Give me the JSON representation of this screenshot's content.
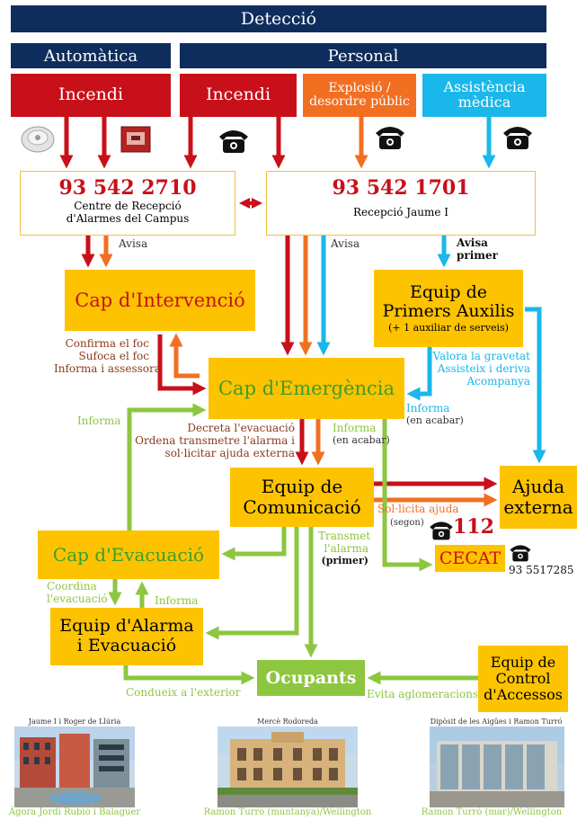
{
  "header": {
    "detection": "Detecció",
    "automatic": "Automàtica",
    "personal": "Personal"
  },
  "sources": {
    "fire_auto": "Incendi",
    "fire_personal": "Incendi",
    "explosion_line1": "Explosió /",
    "explosion_line2": "desordre públic",
    "medical_line1": "Assistència",
    "medical_line2": "mèdica"
  },
  "reception_campus": {
    "phone": "93 542 2710",
    "line1": "Centre de Recepció",
    "line2": "d'Alarmes del Campus"
  },
  "reception_jaume": {
    "phone": "93 542 1701",
    "line1": "Recepció Jaume I"
  },
  "labels": {
    "avisa_left": "Avisa",
    "avisa_mid": "Avisa",
    "avisa_primer_1": "Avisa",
    "avisa_primer_2": "primer",
    "confirma": "Confirma el foc",
    "sufoca": "Sufoca el foc",
    "informa_assessora": "Informa i assessora",
    "valora": "Valora la gravetat",
    "assisteix": "Assisteix i deriva",
    "acompanya": "Acompanya",
    "informa_acabar_1": "Informa",
    "informa_acabar_2": "(en acabar)",
    "informa_left": "Informa",
    "decreta": "Decreta l'evacuació",
    "ordena": "Ordena transmetre l'alarma i",
    "sollicitar": "sol·licitar ajuda externa",
    "informa_mid_1": "Informa",
    "informa_mid_2": "(en acabar)",
    "sollicita_ajuda": "Sol·licita ajuda",
    "segon": "(segon)",
    "emergency_number": "112",
    "transmet_1": "Transmet",
    "transmet_2": "l'alarma",
    "transmet_3": "(primer)",
    "cecat_phone": "93 5517285",
    "coordina_1": "Coordina",
    "coordina_2": "l'evacuació",
    "informa_evac": "Informa",
    "condueix": "Condueix a l'exterior",
    "evita": "Evita aglomeracions"
  },
  "boxes": {
    "cap_intervencio": "Cap d'Intervenció",
    "primers_1": "Equip de",
    "primers_2": "Primers Auxilis",
    "primers_3": "(+ 1 auxiliar de serveis)",
    "cap_emergencia": "Cap d'Emergència",
    "comunicacio_1": "Equip de",
    "comunicacio_2": "Comunicació",
    "ajuda_1": "Ajuda",
    "ajuda_2": "externa",
    "cap_evacuacio": "Cap d'Evacuació",
    "cecat": "CECAT",
    "alarma_1": "Equip d'Alarma",
    "alarma_2": "i Evacuació",
    "ocupants": "Ocupants",
    "control_1": "Equip de",
    "control_2": "Control",
    "control_3": "d'Accessos"
  },
  "photos": [
    {
      "top": "Jaume I i Roger de Llúria",
      "bottom": "Àgora Jordi Rubió i Balaguer"
    },
    {
      "top": "Mercè Rodoreda",
      "bottom": "Ramon Turró (muntanya)/Wellington"
    },
    {
      "top": "Dipòsit de les Aigües i Ramon Turró",
      "bottom": "Ramon Turró (mar)/Wellington"
    }
  ],
  "colors": {
    "navy": "#0f2d5c",
    "red": "#c8101a",
    "orange": "#f26f21",
    "cyan": "#1ab7ea",
    "yellow": "#fdc300",
    "green": "#8dc63f",
    "brown": "#8b3a1a"
  }
}
